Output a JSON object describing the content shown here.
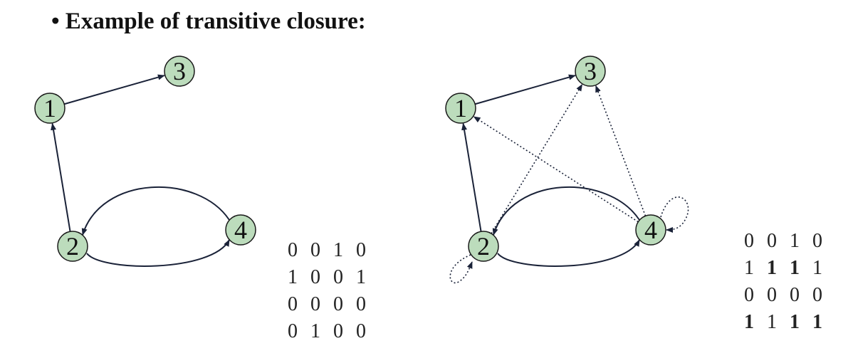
{
  "title": "• Example of transitive closure:",
  "graph_left": {
    "nodes": [
      {
        "id": "1",
        "label": "1"
      },
      {
        "id": "2",
        "label": "2"
      },
      {
        "id": "3",
        "label": "3"
      },
      {
        "id": "4",
        "label": "4"
      }
    ],
    "edges": [
      {
        "from": "1",
        "to": "3",
        "style": "solid"
      },
      {
        "from": "2",
        "to": "1",
        "style": "solid"
      },
      {
        "from": "2",
        "to": "4",
        "style": "solid"
      },
      {
        "from": "4",
        "to": "2",
        "style": "solid"
      }
    ]
  },
  "graph_right": {
    "nodes": [
      {
        "id": "1",
        "label": "1"
      },
      {
        "id": "2",
        "label": "2"
      },
      {
        "id": "3",
        "label": "3"
      },
      {
        "id": "4",
        "label": "4"
      }
    ],
    "edges": [
      {
        "from": "1",
        "to": "3",
        "style": "solid"
      },
      {
        "from": "2",
        "to": "1",
        "style": "solid"
      },
      {
        "from": "2",
        "to": "4",
        "style": "solid"
      },
      {
        "from": "4",
        "to": "2",
        "style": "solid"
      },
      {
        "from": "2",
        "to": "3",
        "style": "dotted"
      },
      {
        "from": "4",
        "to": "1",
        "style": "dotted"
      },
      {
        "from": "4",
        "to": "3",
        "style": "dotted"
      },
      {
        "from": "2",
        "to": "2",
        "style": "dotted"
      },
      {
        "from": "4",
        "to": "4",
        "style": "dotted"
      }
    ]
  },
  "matrix_original": {
    "rows": [
      [
        {
          "v": "0",
          "b": false
        },
        {
          "v": "0",
          "b": false
        },
        {
          "v": "1",
          "b": false
        },
        {
          "v": "0",
          "b": false
        }
      ],
      [
        {
          "v": "1",
          "b": false
        },
        {
          "v": "0",
          "b": false
        },
        {
          "v": "0",
          "b": false
        },
        {
          "v": "1",
          "b": false
        }
      ],
      [
        {
          "v": "0",
          "b": false
        },
        {
          "v": "0",
          "b": false
        },
        {
          "v": "0",
          "b": false
        },
        {
          "v": "0",
          "b": false
        }
      ],
      [
        {
          "v": "0",
          "b": false
        },
        {
          "v": "1",
          "b": false
        },
        {
          "v": "0",
          "b": false
        },
        {
          "v": "0",
          "b": false
        }
      ]
    ]
  },
  "matrix_closure": {
    "rows": [
      [
        {
          "v": "0",
          "b": false
        },
        {
          "v": "0",
          "b": false
        },
        {
          "v": "1",
          "b": false
        },
        {
          "v": "0",
          "b": false
        }
      ],
      [
        {
          "v": "1",
          "b": false
        },
        {
          "v": "1",
          "b": true
        },
        {
          "v": "1",
          "b": true
        },
        {
          "v": "1",
          "b": false
        }
      ],
      [
        {
          "v": "0",
          "b": false
        },
        {
          "v": "0",
          "b": false
        },
        {
          "v": "0",
          "b": false
        },
        {
          "v": "0",
          "b": false
        }
      ],
      [
        {
          "v": "1",
          "b": true
        },
        {
          "v": "1",
          "b": false
        },
        {
          "v": "1",
          "b": true
        },
        {
          "v": "1",
          "b": true
        }
      ]
    ]
  },
  "colors": {
    "node_fill": "#bcdcbc",
    "node_stroke": "#1a1a1a",
    "edge": "#1a2238"
  }
}
